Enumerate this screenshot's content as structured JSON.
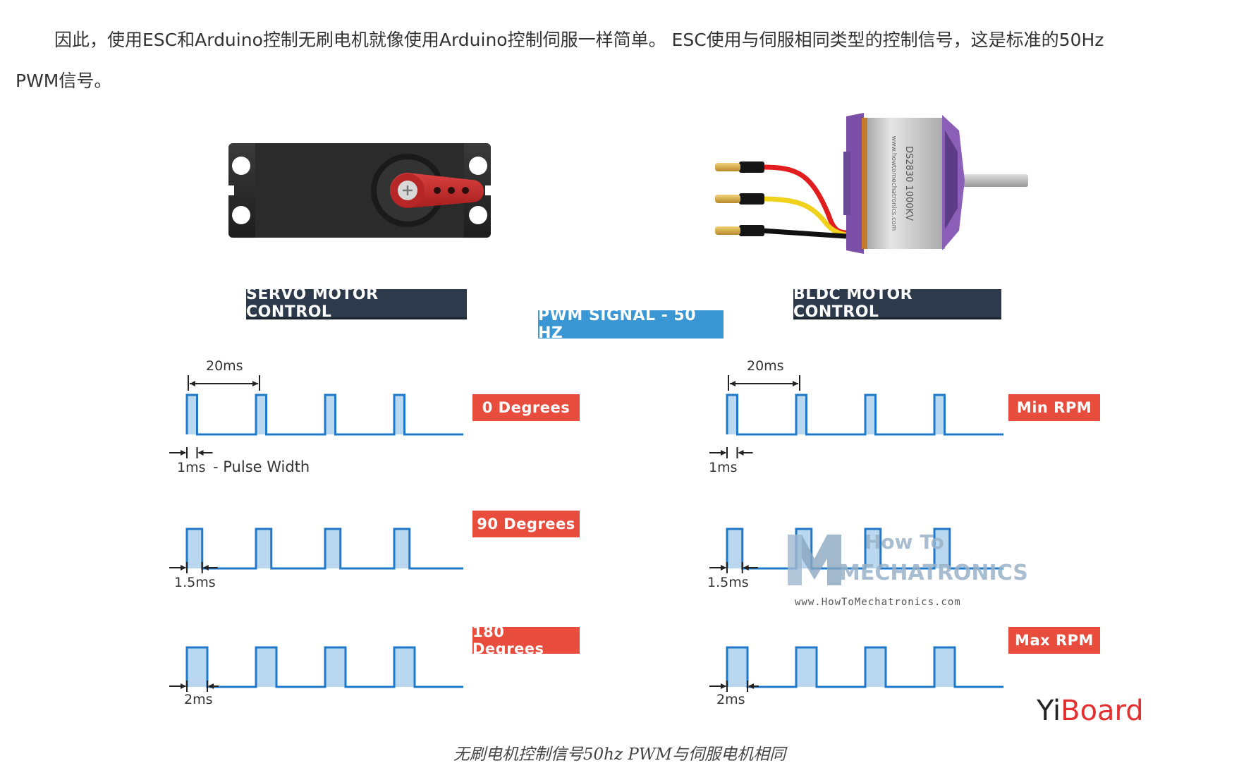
{
  "paragraph": {
    "line1": "因此，使用ESC和Arduino控制无刷电机就像使用Arduino控制伺服一样简单。 ESC使用与伺服相同类型的控制信号，这是标准的50Hz",
    "line2": "PWM信号。"
  },
  "labels": {
    "servo": "SERVO MOTOR CONTROL",
    "bldc": "BLDC MOTOR CONTROL",
    "pwm": "PWM SIGNAL - 50 HZ"
  },
  "motor_text": {
    "model": "DS2830 1000KV",
    "site": "www.howtomechatronics.com"
  },
  "servo_rows": [
    {
      "state": "0 Degrees",
      "pulse": "1ms",
      "duty": 1
    },
    {
      "state": "90 Degrees",
      "pulse": "1.5ms",
      "duty": 1.5
    },
    {
      "state": "180 Degrees",
      "pulse": "2ms",
      "duty": 2
    }
  ],
  "bldc_rows": [
    {
      "state": "Min RPM",
      "pulse": "1ms",
      "duty": 1
    },
    {
      "state": "",
      "pulse": "1.5ms",
      "duty": 1.5
    },
    {
      "state": "Max RPM",
      "pulse": "2ms",
      "duty": 2
    }
  ],
  "period_label": "20ms",
  "pulse_width_label": "- Pulse Width",
  "watermark": {
    "line1": "How To",
    "line2": "MECHATRONICS",
    "url": "www.HowToMechatronics.com"
  },
  "brand": {
    "part1": "Yi",
    "part2": "Board"
  },
  "caption": "无刷电机控制信号50hz PWM与伺服电机相同",
  "colors": {
    "signal": "#1f78c8",
    "pulse_fill": "#b9d8ef",
    "dark_label": "#2d3a4c",
    "blue_label": "#3a97d4",
    "red_label": "#e84c3d",
    "motor_purple": "#8b5fb8"
  }
}
